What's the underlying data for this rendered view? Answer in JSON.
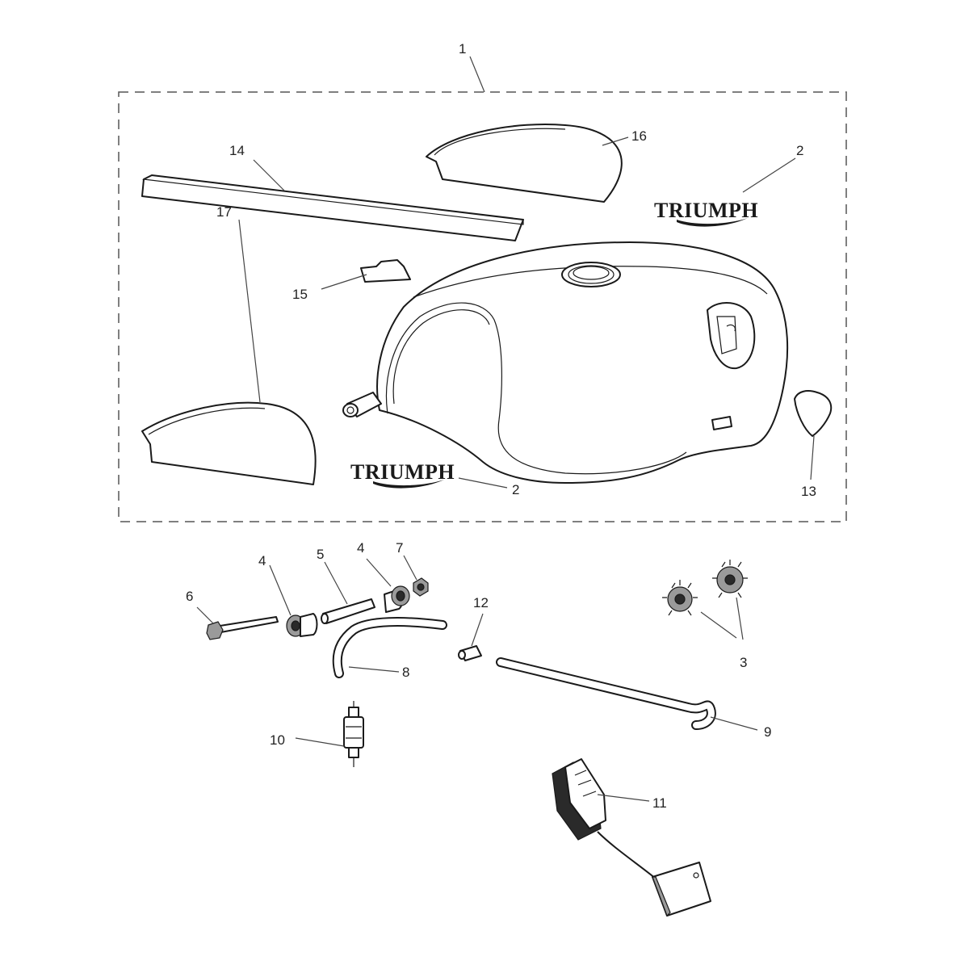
{
  "callouts": {
    "c1": "1",
    "c2a": "2",
    "c2b": "2",
    "c3": "3",
    "c4a": "4",
    "c4b": "4",
    "c5": "5",
    "c6": "6",
    "c7": "7",
    "c8": "8",
    "c9": "9",
    "c10": "10",
    "c11": "11",
    "c12": "12",
    "c13": "13",
    "c14": "14",
    "c15": "15",
    "c16": "16",
    "c17": "17"
  },
  "logos": {
    "logo_upper": "TRIUMPH",
    "logo_lower": "TRIUMPH"
  }
}
